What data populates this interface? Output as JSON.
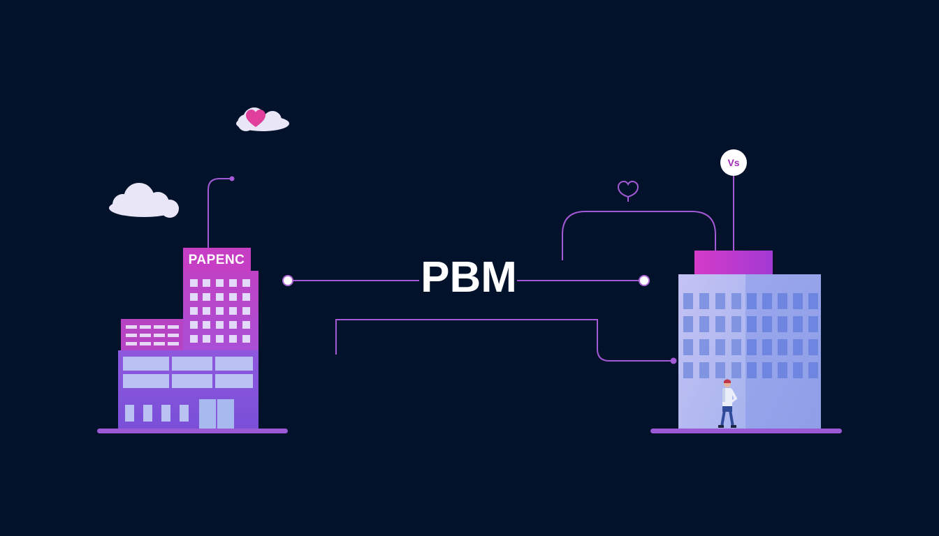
{
  "diagram": {
    "center_label": "PBM",
    "left_building": {
      "sign": "PAPENC"
    },
    "right_building": {
      "badge": "Vs"
    }
  },
  "colors": {
    "background": "#02122b",
    "line": "#a45ad6",
    "accent_magenta": "#d23ac8",
    "purple": "#8a4fdc",
    "lavender": "#a9b2ef",
    "cloud": "#e8e6f7",
    "heart": "#e0409c"
  },
  "icons": [
    "cloud-icon",
    "heart-icon",
    "person-icon",
    "badge-icon"
  ]
}
